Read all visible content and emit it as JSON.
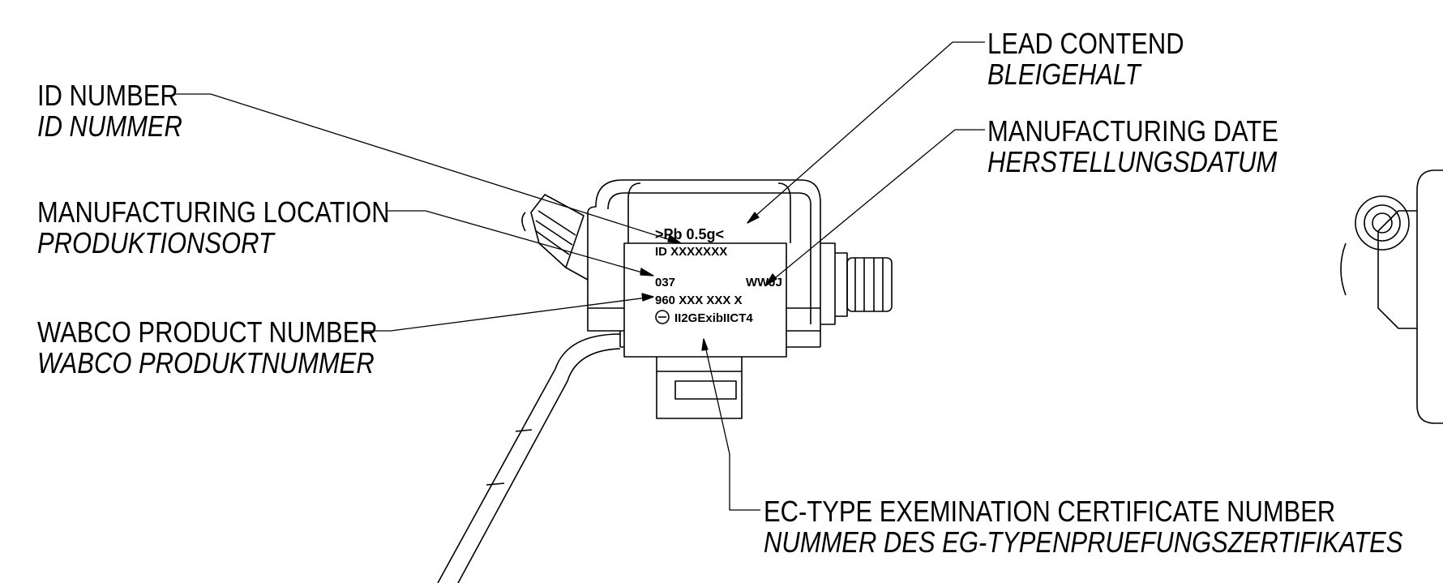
{
  "callouts": {
    "id_number": {
      "en": "ID NUMBER",
      "de": "ID NUMMER"
    },
    "manufacturing_location": {
      "en": "MANUFACTURING LOCATION",
      "de": "PRODUKTIONSORT"
    },
    "wabco_product_number": {
      "en": "WABCO PRODUCT NUMBER",
      "de": "WABCO PRODUKTNUMMER"
    },
    "lead_contend": {
      "en": "LEAD CONTEND",
      "de": "BLEIGEHALT"
    },
    "manufacturing_date": {
      "en": "MANUFACTURING DATE",
      "de": "HERSTELLUNGSDATUM"
    },
    "ec_type_certificate": {
      "en": "EC-TYPE EXEMINATION CERTIFICATE NUMBER",
      "de": "NUMMER DES EG-TYPENPRUEFUNGSZERTIFIKATES"
    }
  },
  "label_plate": {
    "lead": ">Pb  0.5g<",
    "id": "ID XXXXXXX",
    "location_code": "037",
    "date_code": "WWJJ",
    "product_number": "960 XXX XXX X",
    "atex_marking": "II2GExibIICT4"
  },
  "colors": {
    "line": "#000000",
    "background": "#ffffff"
  }
}
